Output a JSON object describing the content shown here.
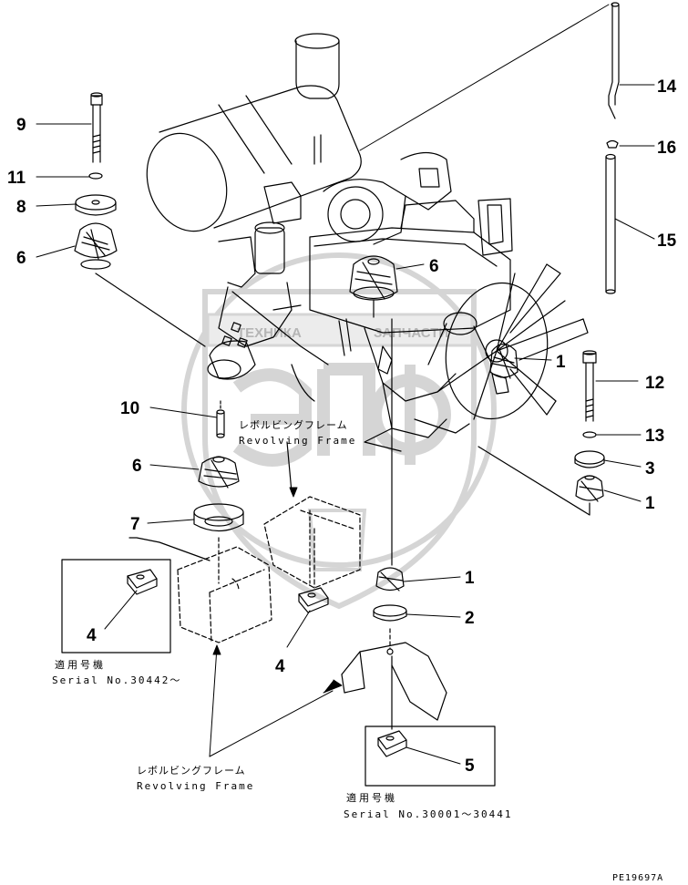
{
  "callouts": {
    "c14": "14",
    "c9": "9",
    "c16": "16",
    "c11": "11",
    "c8": "8",
    "c15": "15",
    "c6a": "6",
    "c6b": "6",
    "c1a": "1",
    "c12": "12",
    "c10": "10",
    "c13": "13",
    "c6c": "6",
    "c3": "3",
    "c1b": "1",
    "c7": "7",
    "c1c": "1",
    "c4a": "4",
    "c2": "2",
    "c4b": "4",
    "c5": "5"
  },
  "notes": {
    "frame_center_jp": "レボルビングフレーム",
    "frame_center_en": "Revolving Frame",
    "frame_bottom_jp": "レボルビングフレーム",
    "frame_bottom_en": "Revolving Frame",
    "serial_left_jp": "適用号機",
    "serial_left_en": "Serial No.30442～",
    "serial_right_jp": "適用号機",
    "serial_right_en": "Serial No.30001～30441"
  },
  "watermark": {
    "text_left": "ТЕХНИКА",
    "text_right": "ЗАПЧАСТИ",
    "logo_letters": "ЭПФ"
  },
  "drawing_ref": "PE19697A",
  "colors": {
    "ink": "#000000",
    "watermark": "#c8c8c8",
    "background": "#ffffff"
  }
}
